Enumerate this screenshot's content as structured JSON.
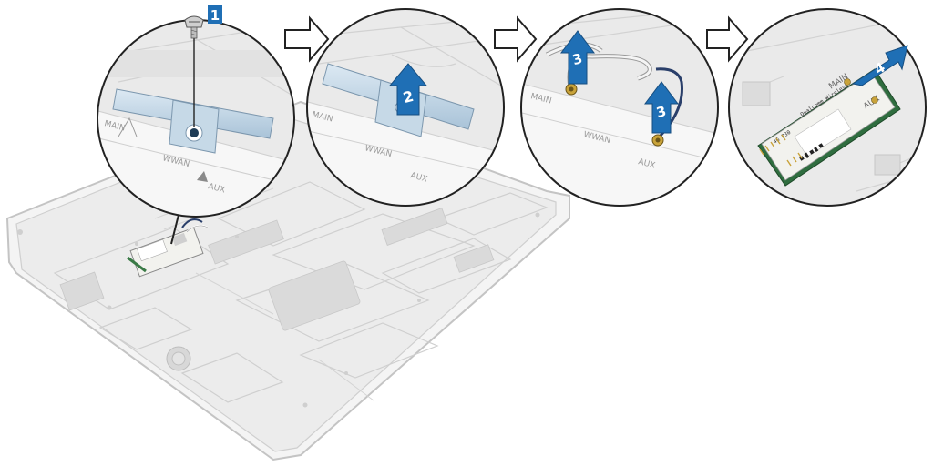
{
  "steps": {
    "step1": "1",
    "step2": "2",
    "step3a": "3",
    "step3b": "3",
    "step4": "4"
  },
  "labels": {
    "main": "MAIN",
    "wwan": "WWAN",
    "aux": "AUX",
    "card_model": "4G P30",
    "card_brand": "Qualcomm Wireless"
  },
  "colors": {
    "accent": "#1f6fb5",
    "cable_white": "#f4f4f4",
    "cable_black": "#2a3f6a",
    "board": "#e8e8e8",
    "card": "#f2f2ee",
    "pcb": "#2f6d3f"
  }
}
